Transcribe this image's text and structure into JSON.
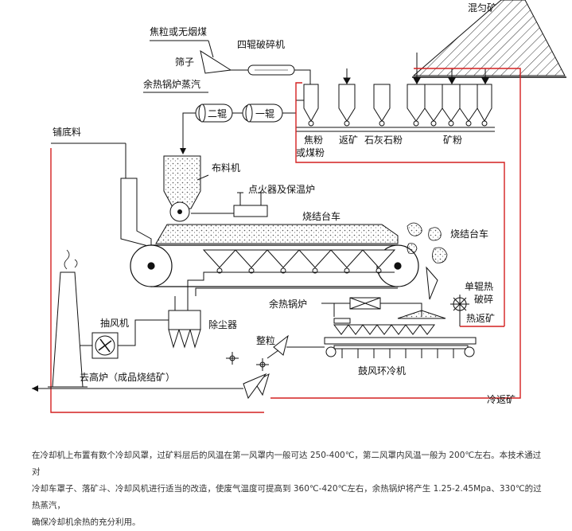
{
  "labels": {
    "mixed_ore": "混匀矿",
    "coke_or_coal": "焦粒或无烟煤",
    "four_roll_crusher": "四辊破碎机",
    "screen": "筛子",
    "waste_heat_steam": "余热锅炉蒸汽",
    "bedding_material": "铺底料",
    "roller_two": "二辊",
    "roller_one": "一辊",
    "coke_powder_1": "焦粉",
    "coke_powder_2": "或煤粉",
    "return_ore": "返矿",
    "limestone_powder": "石灰石粉",
    "ore_powder": "矿粉",
    "distributor": "布料机",
    "igniter": "点火器及保温炉",
    "sinter_trolley_1": "烧结台车",
    "sinter_trolley_2": "烧结台车",
    "single_roll_1": "单辊热",
    "single_roll_2": "破碎",
    "hot_return_ore": "热返矿",
    "waste_heat_boiler": "余热锅炉",
    "exhaust_fan": "抽风机",
    "dust_collector": "除尘器",
    "granulation": "整粒",
    "blower_cooler": "鼓风环冷机",
    "to_blast_furnace": "去高炉（成品烧结矿）",
    "cold_return_ore": "冷返矿"
  },
  "caption": {
    "line1": "在冷却机上布置有数个冷却风罩，过矿料层后的风温在第一风罩内一般可达 250-400℃，第二风罩内风温一般为 200℃左右。本技术通过对",
    "line2": "冷却车罩子、落矿斗、冷却风机进行适当的改造，使废气温度可提高到 360℃-420℃左右，余热锅炉将产生 1.25-2.45Mpa、330℃的过热蒸汽，",
    "line3": "确保冷却机余热的充分利用。"
  },
  "colors": {
    "red_line": "#d42020",
    "stroke": "#111111"
  }
}
